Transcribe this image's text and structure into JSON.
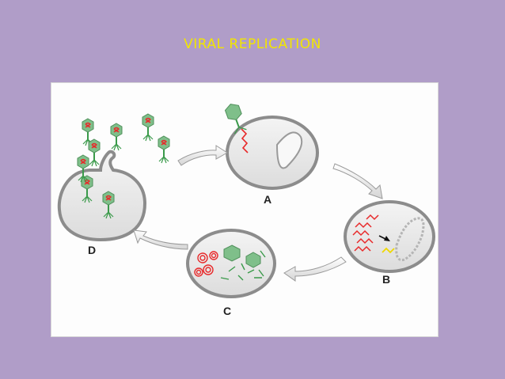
{
  "slide": {
    "title": "VIRAL REPLICATION"
  },
  "diagram": {
    "stages": [
      {
        "id": "A",
        "label": "A"
      },
      {
        "id": "B",
        "label": "B"
      },
      {
        "id": "C",
        "label": "C"
      },
      {
        "id": "D",
        "label": "D"
      }
    ],
    "colors": {
      "background": "#b09dc8",
      "title": "#f2e600",
      "cell_fill": "#e6e6e6",
      "cell_edge": "#8c8c8c",
      "viral_nucleic_acid": "#e8292a",
      "capsid": "#7fbf8a",
      "tail_fibers": "#3a9a4a",
      "host_dna": "#b5b5b5",
      "new_strand": "#f0d800",
      "arrow": "#ffffff"
    }
  }
}
